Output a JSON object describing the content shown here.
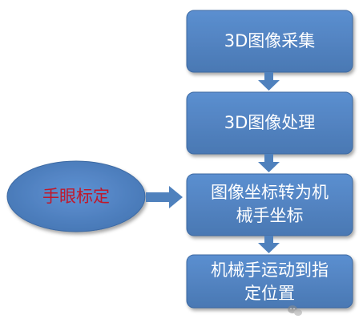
{
  "nodes": {
    "step1": {
      "label": "3D图像采集"
    },
    "step2": {
      "label": "3D图像处理"
    },
    "step3": {
      "label_line1": "图像坐标转为机",
      "label_line2": "械手坐标"
    },
    "step4": {
      "label_line1": "机械手运动到指",
      "label_line2": "定位置"
    },
    "calibration": {
      "label": "手眼标定"
    }
  },
  "colors": {
    "box_fill": "#4f81bd",
    "box_border": "#385d8a",
    "arrow": "#4f81bd",
    "ellipse_text": "#c0182a"
  },
  "watermark": {
    "icon": "wechat-logo-icon"
  }
}
